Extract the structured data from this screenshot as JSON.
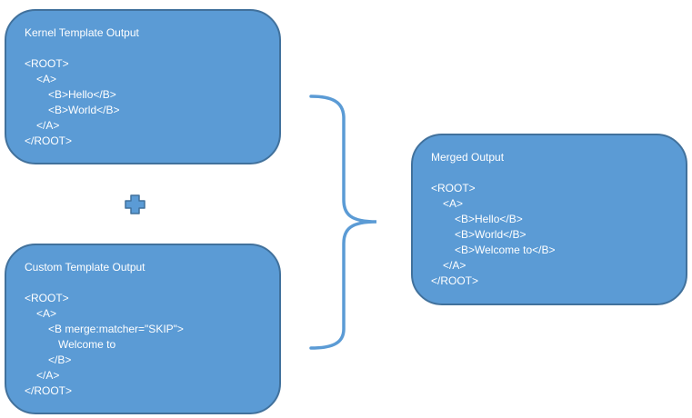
{
  "kernel": {
    "title": "Kernel Template Output",
    "lines": [
      "<ROOT>",
      "<A>",
      "<B>Hello</B>",
      "<B>World</B>",
      "</A>",
      "</ROOT>"
    ]
  },
  "custom": {
    "title": "Custom Template Output",
    "lines": [
      "<ROOT>",
      "<A>",
      "<B merge:matcher=\"SKIP\">",
      "Welcome to",
      "</B>",
      "</A>",
      "</ROOT>"
    ]
  },
  "merged": {
    "title": "Merged Output",
    "lines": [
      "<ROOT>",
      "<A>",
      "<B>Hello</B>",
      "<B>World</B>",
      "<B>Welcome to</B>",
      "</A>",
      "</ROOT>"
    ]
  },
  "icons": {
    "plus": "plus-icon",
    "brace": "right-curly-brace"
  },
  "colors": {
    "box_fill": "#5b9bd5",
    "box_border": "#41719c",
    "text": "#ffffff"
  }
}
